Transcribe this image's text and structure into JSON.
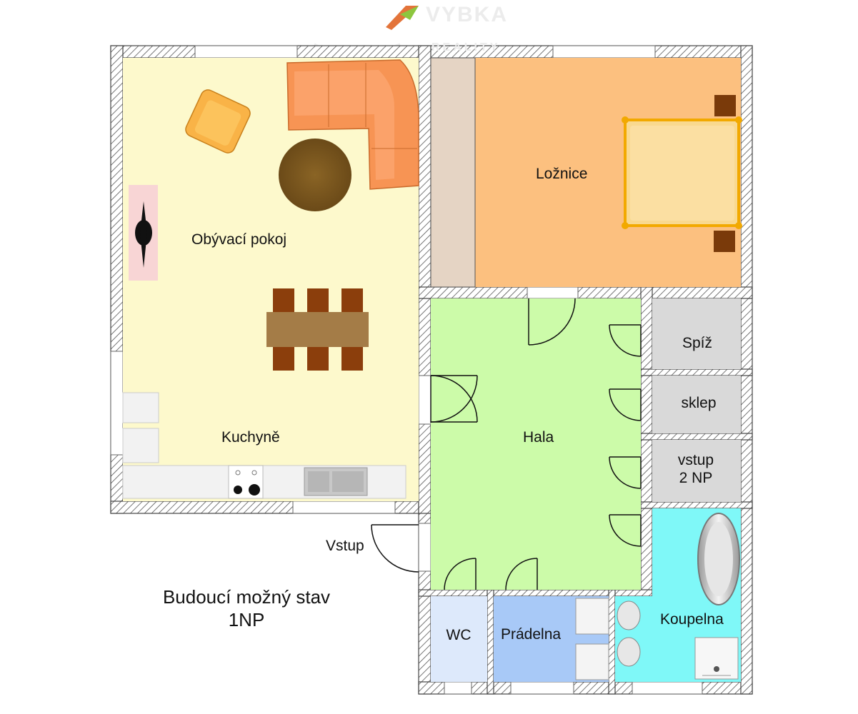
{
  "logo": {
    "brand": "VYBKA",
    "sub": "REALITY"
  },
  "caption": {
    "line1": "Budoucí možný stav",
    "line2": "1NP"
  },
  "rooms": {
    "obyvaci": "Obývací pokoj",
    "kuchyne": "Kuchyně",
    "loznice": "Ložnice",
    "hala": "Hala",
    "spiz": "Spíž",
    "sklep": "sklep",
    "vstup2np_line1": "vstup",
    "vstup2np_line2": "2 NP",
    "vstup": "Vstup",
    "wc": "WC",
    "pradelna": "Prádelna",
    "koupelna": "Koupelna"
  },
  "colors": {
    "living": "#fdf9cc",
    "bedroom": "#fcc07f",
    "wardrobe": "#e5d4c4",
    "hall": "#ccfba9",
    "storage": "#d9d9d9",
    "wc": "#dde9fb",
    "laundry": "#a8c9f7",
    "bathroom": "#7ff8f8",
    "sofa": "#f79454",
    "table": "#a47c47",
    "chair": "#8b3e0c"
  }
}
